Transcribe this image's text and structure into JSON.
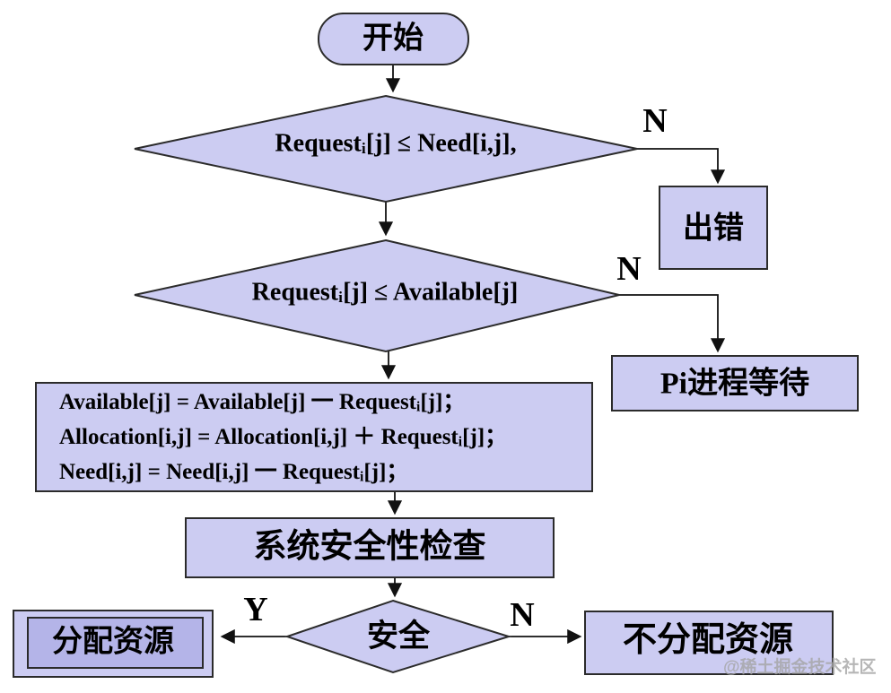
{
  "flowchart": {
    "nodes": {
      "start": {
        "label": "开始"
      },
      "check_need": {
        "label": "Requestᵢ[j] ≤ Need[i,j],"
      },
      "error": {
        "label": "出错"
      },
      "check_available": {
        "label": "Requestᵢ[j] ≤ Available[j]"
      },
      "process_wait": {
        "label": "Pi进程等待"
      },
      "update_vectors": {
        "lines": [
          "Available[j] = Available[j] 一 Requestᵢ[j]；",
          "Allocation[i,j] = Allocation[i,j] ＋ Requestᵢ[j]；",
          "Need[i,j] = Need[i,j] 一 Requestᵢ[j]；"
        ]
      },
      "safety_check": {
        "label": "系统安全性检查"
      },
      "safe": {
        "label": "安全"
      },
      "allocate": {
        "label": "分配资源"
      },
      "not_allocate": {
        "label": "不分配资源"
      }
    },
    "edge_labels": {
      "need_no": "N",
      "available_no": "N",
      "safe_yes": "Y",
      "safe_no": "N"
    },
    "colors": {
      "shape_fill": "#ccccf2",
      "inner_fill": "#b4b4e8",
      "border": "#2b2b2b",
      "line": "#111111"
    }
  },
  "watermark": {
    "text": "@稀土掘金技术社区"
  }
}
